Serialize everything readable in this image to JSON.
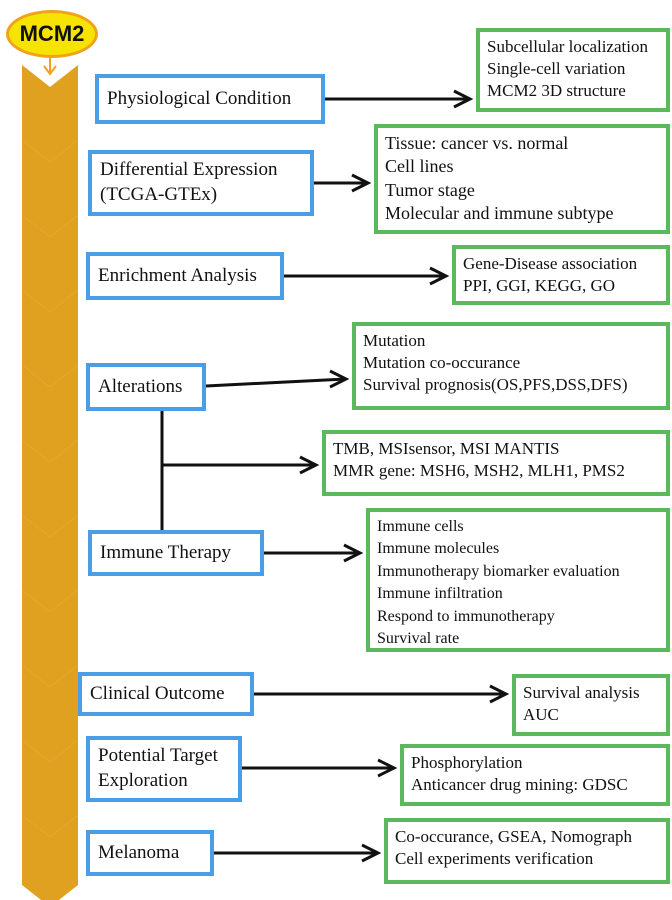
{
  "title": "MCM2",
  "colors": {
    "spine": "#e0a020",
    "module_border": "#4a9ee6",
    "detail_border": "#5cb85c",
    "title_fill": "#f6e300"
  },
  "modules": [
    {
      "label": "Physiological Condition",
      "details": [
        "Subcellular localization",
        "Single-cell variation",
        "MCM2 3D structure"
      ]
    },
    {
      "label": "Differential Expression\n(TCGA-GTEx)",
      "details": [
        "Tissue: cancer vs. normal",
        "Cell lines",
        "Tumor stage",
        "Molecular and immune subtype"
      ]
    },
    {
      "label": "Enrichment Analysis",
      "details": [
        "Gene-Disease association",
        "PPI, GGI, KEGG, GO"
      ]
    },
    {
      "label": "Alterations",
      "details": [
        "Mutation",
        "Mutation co-occurance",
        "Survival prognosis(OS,PFS,DSS,DFS)"
      ]
    },
    {
      "label": "",
      "details": [
        "TMB, MSIsensor, MSI MANTIS",
        "MMR gene: MSH6, MSH2, MLH1, PMS2"
      ]
    },
    {
      "label": "Immune Therapy",
      "details": [
        "Immune cells",
        "Immune molecules",
        "Immunotherapy biomarker evaluation",
        "Immune infiltration",
        "Respond to immunotherapy",
        "Survival rate"
      ]
    },
    {
      "label": "Clinical Outcome",
      "details": [
        "Survival analysis",
        "AUC"
      ]
    },
    {
      "label": "Potential Target\nExploration",
      "details": [
        "Phosphorylation",
        "Anticancer drug mining: GDSC"
      ]
    },
    {
      "label": "Melanoma",
      "details": [
        "Co-occurance, GSEA, Nomograph",
        "Cell experiments verification"
      ]
    }
  ]
}
